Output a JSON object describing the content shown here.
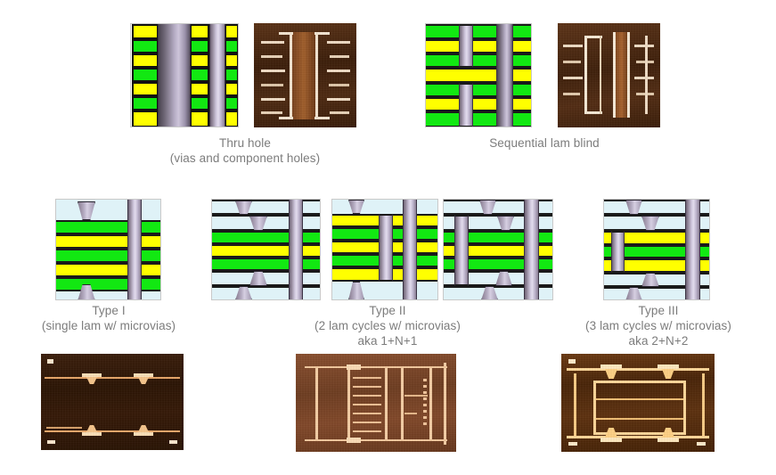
{
  "figure": {
    "title_visible": false,
    "background": "#ffffff",
    "palette": {
      "copper_green": "#12e812",
      "prepreg_yellow": "#ffff00",
      "dielectric_blue": "#dff2f7",
      "via_metal": "#b5acc2",
      "outline": "#1a1a1a",
      "caption_text": "#7c7c7c",
      "micrograph_dark_brown": "#3a1f0d",
      "micrograph_light_brown": "#8a5232",
      "micrograph_copper": "#f3c59a"
    }
  },
  "groups": [
    {
      "id": "thru-hole",
      "caption_line1": "Thru hole",
      "caption_line2": "(vias and component holes)",
      "caption": "Thru hole\n(vias and component holes)",
      "schematic_count": 1,
      "micrograph_count": 1,
      "description": "Plated through hole via and component hole cross section"
    },
    {
      "id": "sequential-lam-blind",
      "caption_line1": "Sequential lam blind",
      "caption_line2": "",
      "caption": "Sequential  lam blind",
      "schematic_count": 1,
      "micrograph_count": 1,
      "description": "Sequential lamination blind via cross section"
    },
    {
      "id": "type-1",
      "caption_line1": "Type I",
      "caption_line2": "(single lam w/ microvias)",
      "caption_line3": "",
      "caption": "Type I\n(single lam w/ microvias)",
      "schematic_count": 1,
      "description": "Single lamination cycle with microvias"
    },
    {
      "id": "type-2",
      "caption_line1": "Type II",
      "caption_line2": "(2 lam cycles w/ microvias)",
      "caption_line3": "aka 1+N+1",
      "caption": "Type II\n(2 lam cycles w/ microvias)\naka 1+N+1",
      "schematic_count": 3,
      "description": "Two lamination cycles with microvias"
    },
    {
      "id": "type-3",
      "caption_line1": "Type III",
      "caption_line2": "(3 lam cycles w/ microvias)",
      "caption_line3": "aka 2+N+2",
      "caption": "Type III\n(3 lam cycles w/ microvias)\naka 2+N+2",
      "schematic_count": 1,
      "description": "Three lamination cycles with microvias"
    }
  ],
  "captions": {
    "thru_hole": "Thru hole\n(vias and component holes)",
    "sequential": "Sequential  lam blind",
    "type1": "Type I\n(single lam w/ microvias)",
    "type2": "Type II\n(2 lam cycles w/ microvias)\naka 1+N+1",
    "type3": "Type III\n(3 lam cycles w/ microvias)\naka 2+N+2"
  },
  "micrographs": [
    {
      "id": "micro-type-1",
      "tone": "dark-brown",
      "alt": "Cross section micrograph of Type I single lamination board with microvias"
    },
    {
      "id": "micro-type-2",
      "tone": "light-copper",
      "alt": "Cross section micrograph of Type II board with plated through holes"
    },
    {
      "id": "micro-type-3",
      "tone": "amber-brown",
      "alt": "Cross section micrograph of Type III board with stacked microvias"
    }
  ]
}
